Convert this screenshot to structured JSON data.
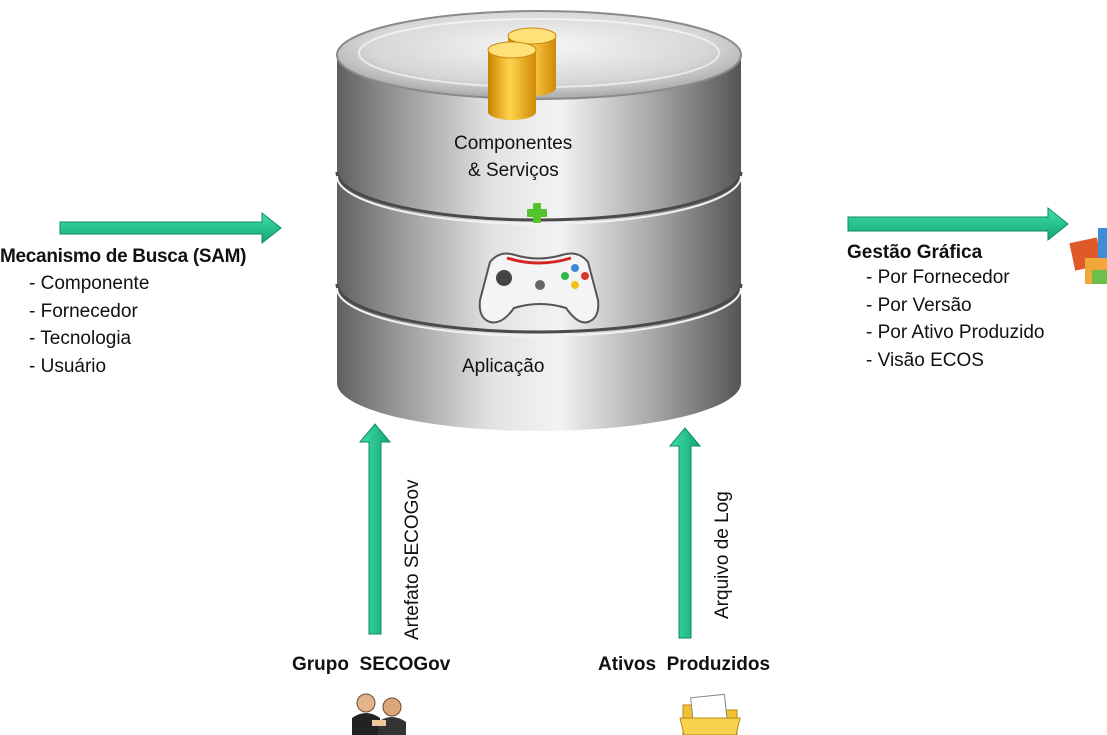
{
  "database": {
    "top_label_line1": "Componentes",
    "top_label_line2": "& Serviços",
    "bottom_label": "Aplicação"
  },
  "left": {
    "title": "Mecanismo de Busca (SAM)",
    "items": [
      "Componente",
      "Fornecedor",
      "Tecnologia",
      "Usuário"
    ]
  },
  "right": {
    "title": "Gestão Gráfica",
    "items": [
      "Por Fornecedor",
      "Por Versão",
      "Por Ativo  Produzido",
      "Visão ECOS"
    ]
  },
  "bottom_left": {
    "arrow_label": "Artefato SECOGov",
    "title": "Grupo  SECOGov"
  },
  "bottom_right": {
    "arrow_label": "Arquivo de Log",
    "title": "Ativos  Produzidos"
  },
  "colors": {
    "arrow": "#21c08b",
    "arrow_dark": "#128a60",
    "cylinder_light": "#e9e9e9",
    "cylinder_dark": "#6f6f6f",
    "gold": "#e7a51a",
    "plus": "#52c22d"
  },
  "icons": [
    "database-cylinder-icon",
    "gold-stack-icon",
    "plus-icon",
    "gamepad-icon",
    "users-icon",
    "folder-icon",
    "colored-blocks-icon"
  ]
}
